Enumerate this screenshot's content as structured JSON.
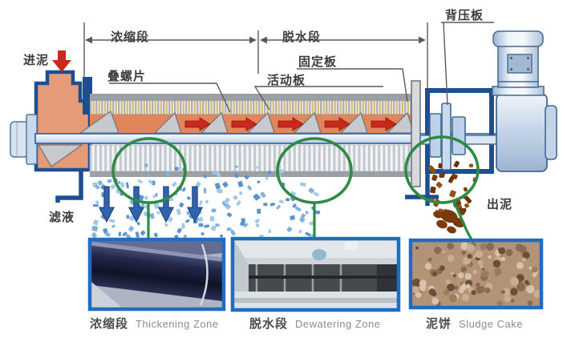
{
  "diagram": {
    "annotations": {
      "inlet": "进泥",
      "thickening_zone": "浓缩段",
      "dewatering_zone": "脱水段",
      "stacked_screw_plate": "叠螺片",
      "moving_plate": "活动板",
      "fixed_plate": "固定板",
      "back_pressure_plate": "背压板",
      "filtrate": "滤液",
      "sludge_out": "出泥"
    },
    "captions": [
      {
        "zh": "浓缩段",
        "en": "Thickening Zone"
      },
      {
        "zh": "脱水段",
        "en": "Dewatering Zone"
      },
      {
        "zh": "泥饼",
        "en": "Sludge Cake"
      }
    ],
    "colors": {
      "outline_blue": "#1d4f90",
      "hopper_fill": "#e59a78",
      "screw_channel_fill": "#e0855c",
      "flow_arrow_red": "#c9281c",
      "zone_circle_green": "#2e8b45",
      "filtrate_dot_blue": "#7fb2e0",
      "filtrate_arrow_blue": "#2f63ac",
      "sludge_brown": "#7a3a0e",
      "photo_border_blue": "#1f6cc0",
      "dimension_gray": "#5a5a5a"
    },
    "particles": {
      "filtrate_dot_count": 150,
      "filtrate_upper_dot_count": 16,
      "sludge_particle_count": 26,
      "photo_speckle_count": 110
    }
  }
}
